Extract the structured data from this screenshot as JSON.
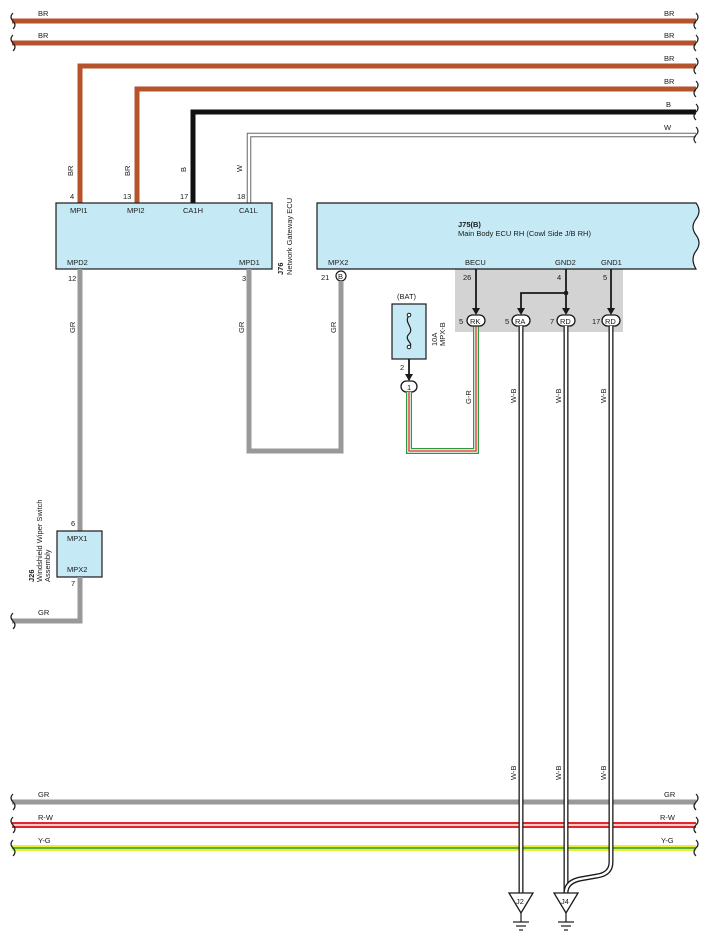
{
  "top_wires": {
    "w1": "BR",
    "w2": "BR",
    "w3": "BR",
    "w4": "BR",
    "w5": "B",
    "w6": "W"
  },
  "gateway": {
    "code": "J76",
    "name": "Network Gateway ECU",
    "pins_top": [
      {
        "num": "4",
        "label": "MPI1",
        "wire": "BR"
      },
      {
        "num": "13",
        "label": "MPI2",
        "wire": "BR"
      },
      {
        "num": "17",
        "label": "CA1H",
        "wire": "B"
      },
      {
        "num": "18",
        "label": "CA1L",
        "wire": "W"
      }
    ],
    "pins_bottom": [
      {
        "num": "12",
        "label": "MPD2",
        "wire": "GR"
      },
      {
        "num": "3",
        "label": "MPD1",
        "wire": "GR"
      }
    ]
  },
  "main_ecu": {
    "code": "J75(B)",
    "name": "Main Body ECU RH (Cowl Side J/B RH)",
    "pins": [
      {
        "num": "21",
        "label": "MPX2",
        "connector": "B",
        "wire": "GR"
      },
      {
        "num": "26",
        "label": "BECU"
      },
      {
        "num": "4",
        "label": "GND2"
      },
      {
        "num": "5",
        "label": "GND1"
      }
    ],
    "jb_connectors": [
      {
        "num": "5",
        "code": "RK",
        "wire": "G-R"
      },
      {
        "num": "5",
        "code": "RA",
        "wire": "W-B"
      },
      {
        "num": "7",
        "code": "RD",
        "wire": "W-B"
      },
      {
        "num": "17",
        "code": "RD",
        "wire": "W-B"
      }
    ]
  },
  "fuse": {
    "source": "(BAT)",
    "rating": "10A",
    "name": "MPX-B",
    "pin": "2",
    "connector": "1"
  },
  "wiper_switch": {
    "code": "J26",
    "name_line1": "Windshield Wiper Switch",
    "name_line2": "Assembly",
    "pins": [
      {
        "num": "6",
        "label": "MPX1"
      },
      {
        "num": "7",
        "label": "MPX2"
      }
    ],
    "out_wire": "GR"
  },
  "bottom_wires": {
    "w1": "GR",
    "w2": "R-W",
    "w3": "Y-G"
  },
  "lower_wire_labels": [
    "W-B",
    "W-B",
    "W-B"
  ],
  "grounds": [
    "J2",
    "J4"
  ],
  "colors": {
    "brown": "#b5532c",
    "black": "#111111",
    "gray": "#999999",
    "red": "#e0282c",
    "yellow": "#e9ee3a",
    "green": "#2e9a3e",
    "ecu_fill": "#c6e9f6",
    "jb_fill": "#d3d3d3"
  }
}
